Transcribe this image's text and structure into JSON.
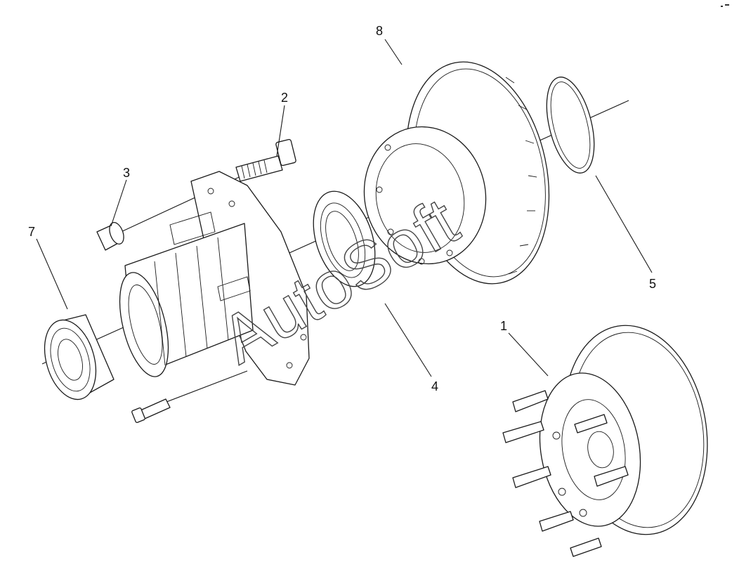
{
  "callouts": {
    "c1": "1",
    "c2": "2",
    "c3": "3",
    "c4": "4",
    "c5": "5",
    "c7": "7",
    "c8": "8"
  },
  "watermark": "AutoSoft"
}
